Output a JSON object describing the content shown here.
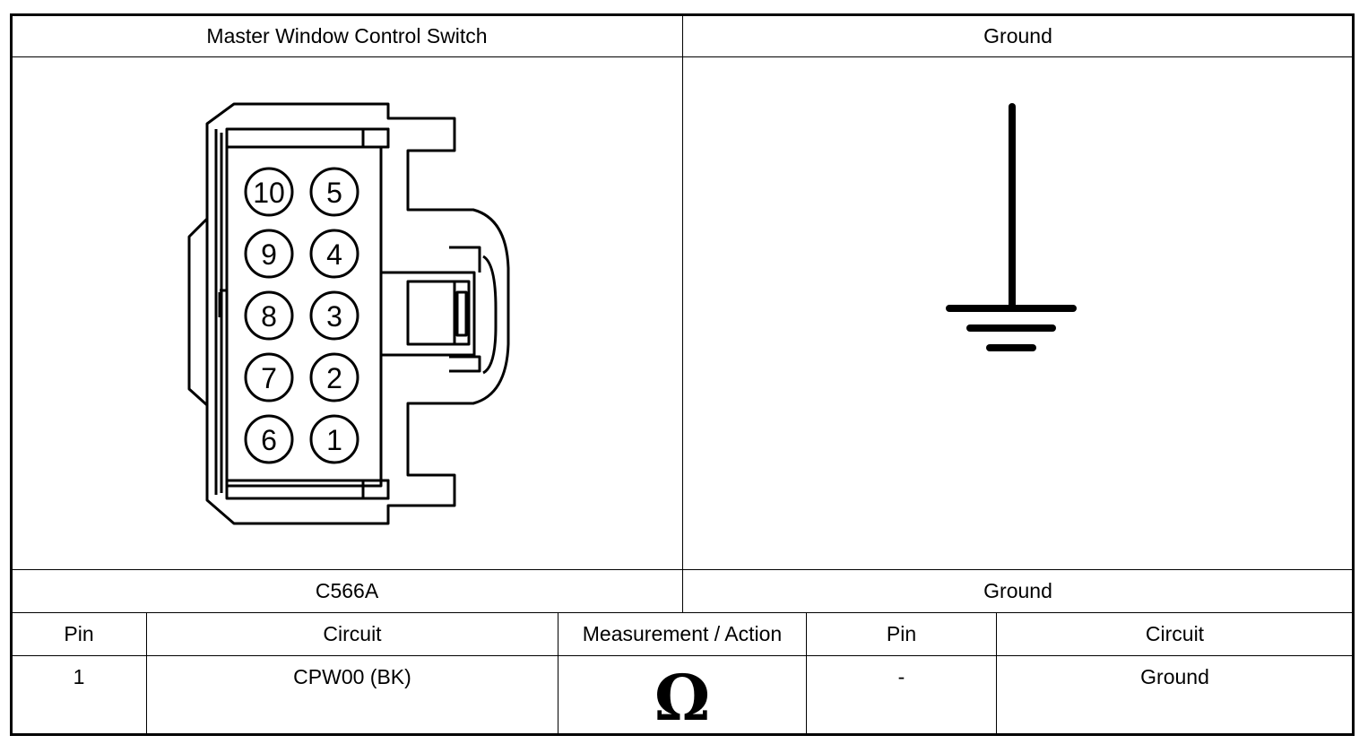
{
  "header": {
    "left_title": "Master Window Control Switch",
    "right_title": "Ground"
  },
  "connector": {
    "pins_left": [
      "10",
      "9",
      "8",
      "7",
      "6"
    ],
    "pins_right": [
      "5",
      "4",
      "3",
      "2",
      "1"
    ],
    "id_label": "C566A"
  },
  "ground": {
    "label": "Ground",
    "icon": "ground-symbol-icon"
  },
  "table": {
    "columns": [
      "Pin",
      "Circuit",
      "Measurement / Action",
      "Pin",
      "Circuit"
    ],
    "rows": [
      {
        "pin_a": "1",
        "circuit_a": "CPW00 (BK)",
        "measurement_icon": "ohm-icon",
        "measurement_symbol": "Ω",
        "pin_b": "-",
        "circuit_b": "Ground"
      }
    ]
  }
}
